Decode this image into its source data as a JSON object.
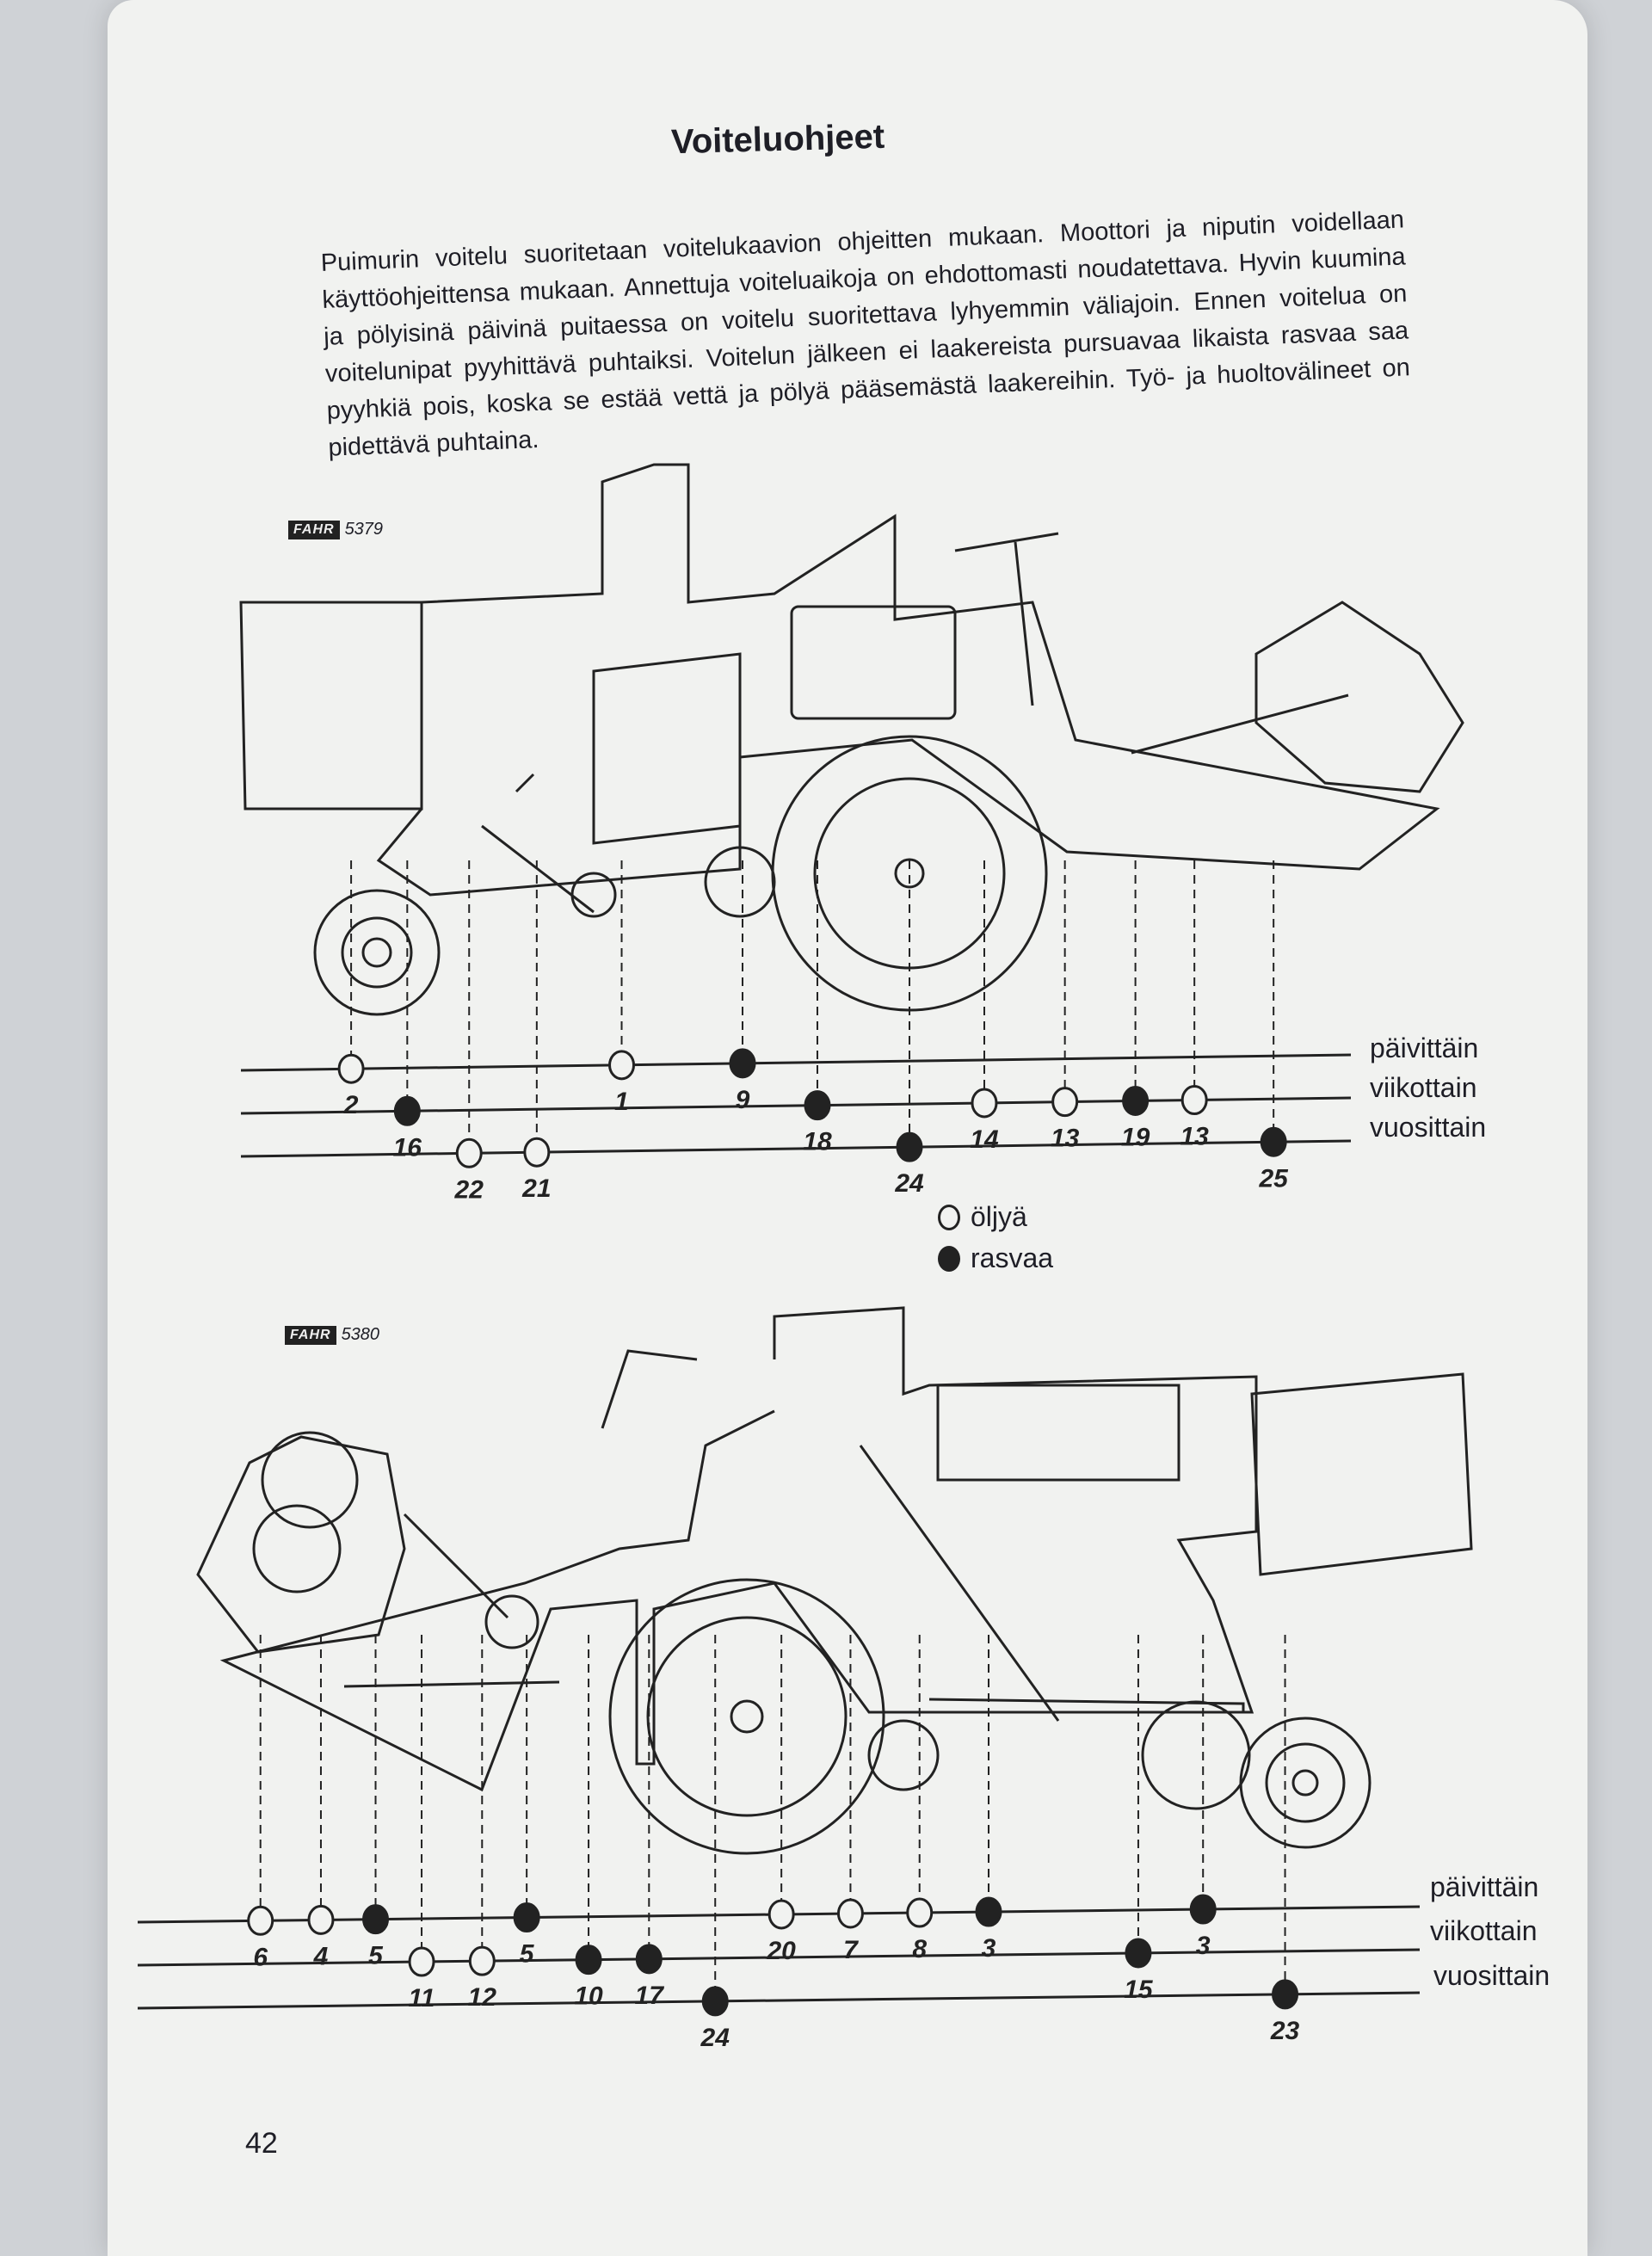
{
  "title": "Voiteluohjeet",
  "paragraph": "Puimurin voitelu suoritetaan voitelukaavion ohjeitten mukaan. Moottori ja niputin voidellaan käyttöohjeittensa mukaan. Annettuja voiteluaikoja on ehdottomasti noudatettava. Hyvin kuumina ja pölyisinä päivinä puitaessa on voitelu suoritettava lyhyemmin väliajoin. Ennen voitelua on voitelunipat pyyhittävä puhtaiksi. Voitelun jälkeen ei laakereista pursuavaa likaista rasvaa saa pyyhkiä pois, koska se estää vettä ja pölyä pääsemästä laakereihin. Työ- ja huoltovälineet on pidettävä puhtaina.",
  "rows": [
    "päivittäin",
    "viikottain",
    "vuosittain"
  ],
  "legend": {
    "oil": "öljyä",
    "grease": "rasvaa"
  },
  "diagram_top": {
    "logo_brand": "FAHR",
    "logo_model": "5379",
    "points": [
      {
        "label": "2",
        "row": 0,
        "type": "oil"
      },
      {
        "label": "16",
        "row": 1,
        "type": "grease"
      },
      {
        "label": "22",
        "row": 2,
        "type": "oil"
      },
      {
        "label": "21",
        "row": 2,
        "type": "oil"
      },
      {
        "label": "1",
        "row": 0,
        "type": "oil"
      },
      {
        "label": "9",
        "row": 0,
        "type": "grease"
      },
      {
        "label": "18",
        "row": 1,
        "type": "grease"
      },
      {
        "label": "24",
        "row": 2,
        "type": "grease"
      },
      {
        "label": "14",
        "row": 1,
        "type": "oil"
      },
      {
        "label": "13",
        "row": 1,
        "type": "oil"
      },
      {
        "label": "19",
        "row": 1,
        "type": "grease"
      },
      {
        "label": "13",
        "row": 1,
        "type": "oil"
      },
      {
        "label": "25",
        "row": 2,
        "type": "grease"
      }
    ]
  },
  "diagram_bottom": {
    "logo_brand": "FAHR",
    "logo_model": "5380",
    "points": [
      {
        "label": "6",
        "row": 0,
        "type": "oil"
      },
      {
        "label": "4",
        "row": 0,
        "type": "oil"
      },
      {
        "label": "5",
        "row": 0,
        "type": "grease"
      },
      {
        "label": "11",
        "row": 1,
        "type": "oil"
      },
      {
        "label": "12",
        "row": 1,
        "type": "oil"
      },
      {
        "label": "5",
        "row": 0,
        "type": "grease"
      },
      {
        "label": "10",
        "row": 1,
        "type": "grease"
      },
      {
        "label": "17",
        "row": 1,
        "type": "grease"
      },
      {
        "label": "24",
        "row": 2,
        "type": "grease"
      },
      {
        "label": "20",
        "row": 0,
        "type": "oil"
      },
      {
        "label": "7",
        "row": 0,
        "type": "oil"
      },
      {
        "label": "8",
        "row": 0,
        "type": "oil"
      },
      {
        "label": "3",
        "row": 0,
        "type": "grease"
      },
      {
        "label": "15",
        "row": 1,
        "type": "grease"
      },
      {
        "label": "3",
        "row": 0,
        "type": "grease"
      },
      {
        "label": "23",
        "row": 2,
        "type": "grease"
      }
    ]
  },
  "page_number": "42"
}
